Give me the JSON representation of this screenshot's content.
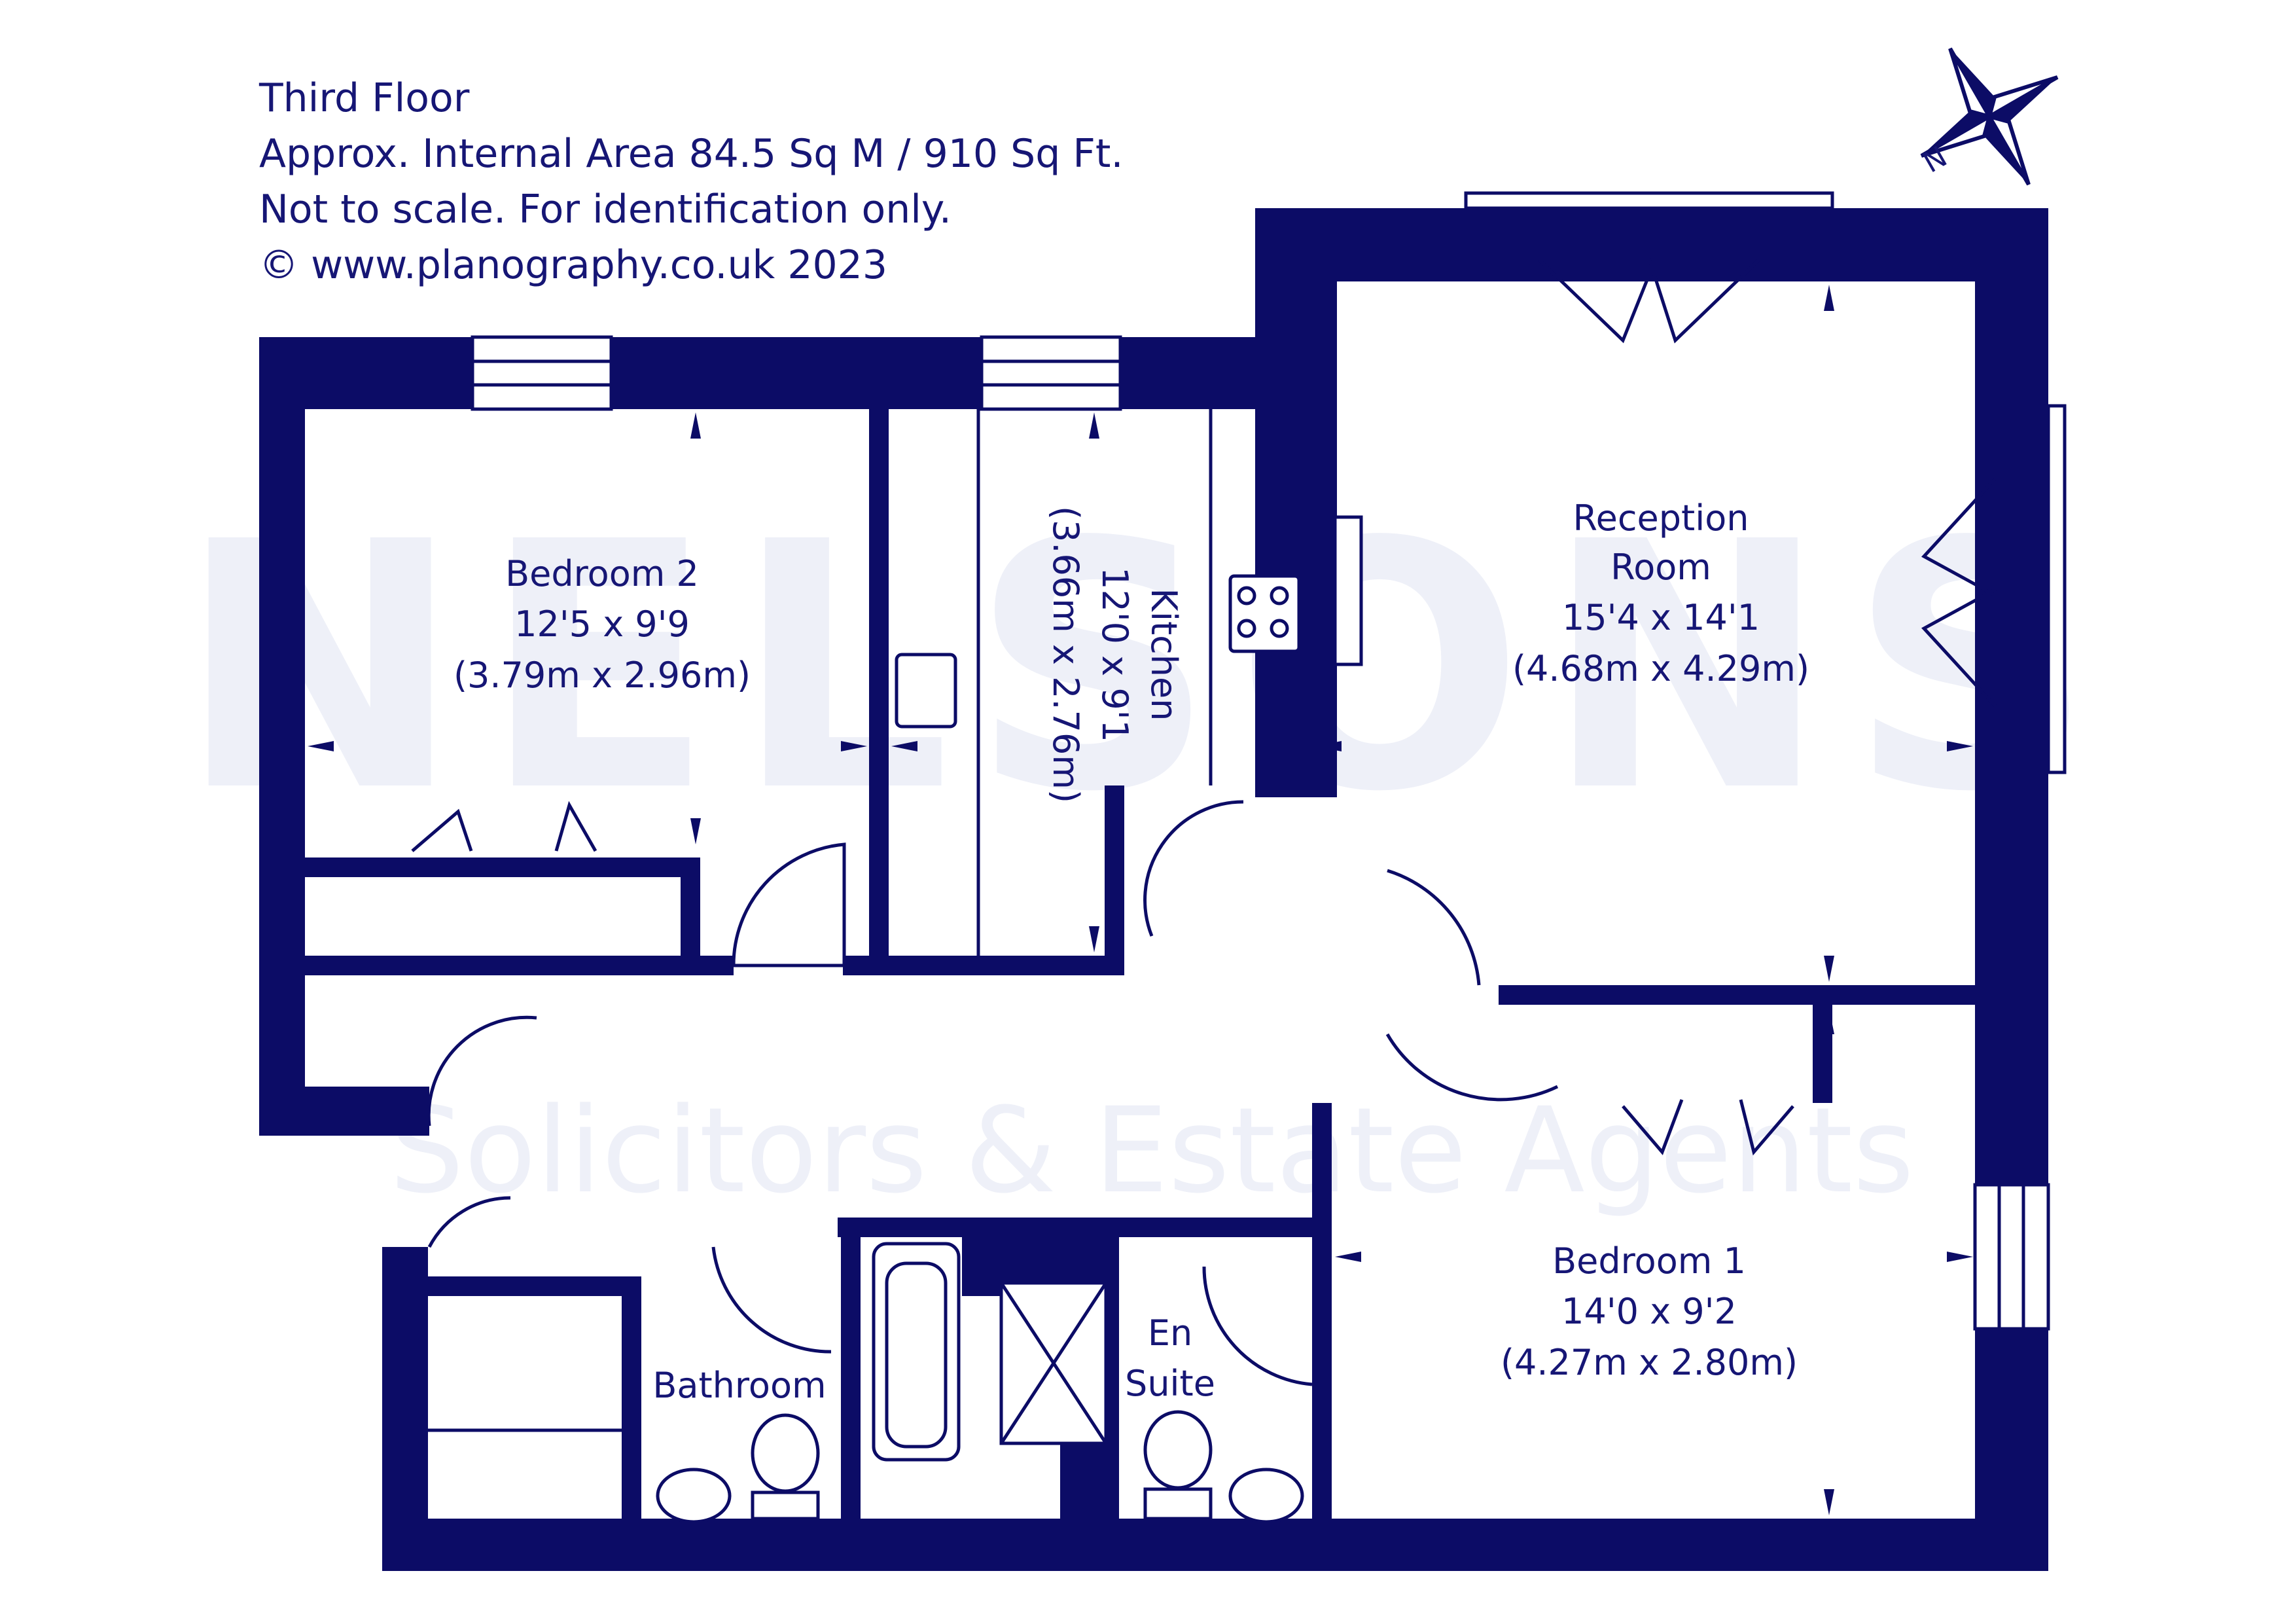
{
  "header": {
    "floor": "Third Floor",
    "area": "Approx. Internal Area 84.5 Sq M / 910 Sq Ft.",
    "scale_note": "Not to scale. For identification only.",
    "copyright": "© www.planography.co.uk 2023"
  },
  "watermark": {
    "brand": "NELSONS",
    "tagline": "Solicitors & Estate Agents"
  },
  "compass": {
    "north_label": "N"
  },
  "rooms": {
    "bedroom2": {
      "name": "Bedroom 2",
      "imperial": "12'5 x 9'9",
      "metric": "(3.79m x 2.96m)"
    },
    "kitchen": {
      "name": "Kitchen",
      "imperial": "12'0 x 9'1",
      "metric": "(3.66m x 2.76m)"
    },
    "reception": {
      "name_line1": "Reception",
      "name_line2": "Room",
      "imperial": "15'4 x 14'1",
      "metric": "(4.68m x 4.29m)"
    },
    "bedroom1": {
      "name": "Bedroom 1",
      "imperial": "14'0 x 9'2",
      "metric": "(4.27m x 2.80m)"
    },
    "bathroom": {
      "name": "Bathroom"
    },
    "ensuite": {
      "name_line1": "En",
      "name_line2": "Suite"
    }
  },
  "colors": {
    "wall": "#0c0c66",
    "text": "#161675",
    "watermark": "#eef0f8"
  }
}
